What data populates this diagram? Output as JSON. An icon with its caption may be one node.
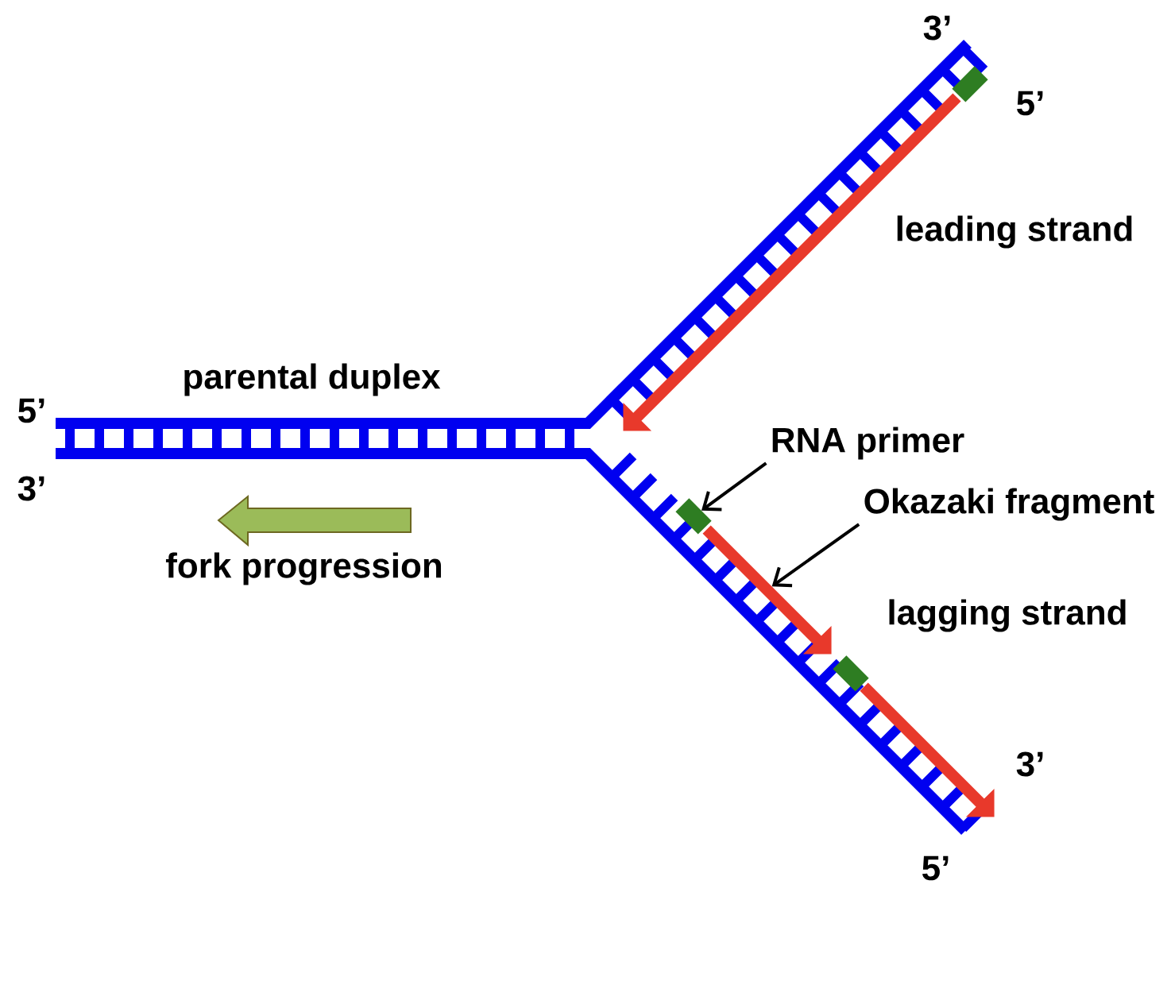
{
  "diagram": {
    "nodes": [
      {
        "text": [
          "RNA primer"
        ]
      },
      {
        "text": [
          "Okazaki fragment"
        ]
      },
      {
        "text": [],
        "shape": "box"
      },
      {
        "text": [],
        "shape": "arrow"
      },
      {
        "text": [],
        "shape": "box"
      },
      {
        "text": [],
        "shape": "arrow"
      },
      {
        "text": [],
        "shape": "box"
      },
      {
        "text": [],
        "shape": "arrow"
      }
    ],
    "edges": [
      {
        "from": 0,
        "to": 4,
        "arrow": "to"
      },
      {
        "from": 1,
        "to": 5,
        "arrow": "to"
      }
    ],
    "labels": [
      "3’",
      "5’",
      "leading strand",
      "parental duplex",
      "5’",
      "3’",
      "fork progression",
      "lagging strand",
      "3’",
      "5’"
    ]
  }
}
